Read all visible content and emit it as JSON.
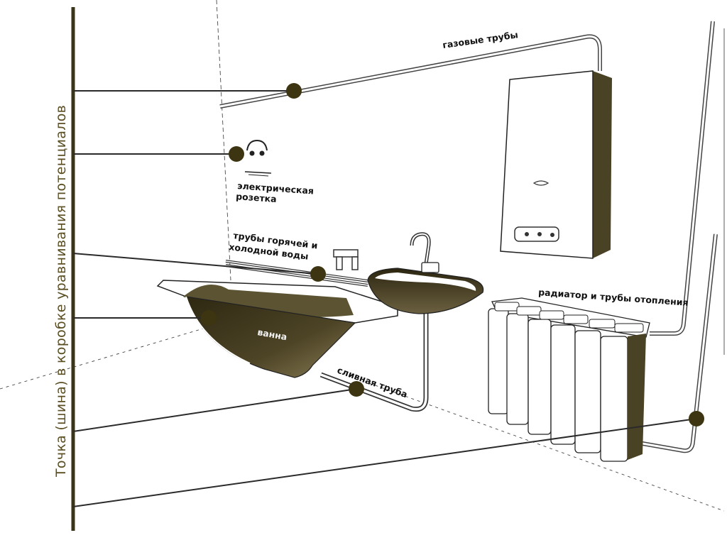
{
  "bus_title": "Точка (шина) в коробке уравнивания потенциалов",
  "labels": {
    "gas_pipes": "газовые трубы",
    "outlet_line1": "электрическая",
    "outlet_line2": "розетка",
    "water_line1": "трубы горячей и",
    "water_line2": "холодной воды",
    "radiator": "радиатор и трубы отопления",
    "bath": "ванна",
    "drain": "сливная труба"
  },
  "colors": {
    "bus": "#3a3419",
    "dot": "#3d3512",
    "line": "#2a2a2a",
    "title": "#5a4e22",
    "fixture_dark": "#4a4224"
  }
}
